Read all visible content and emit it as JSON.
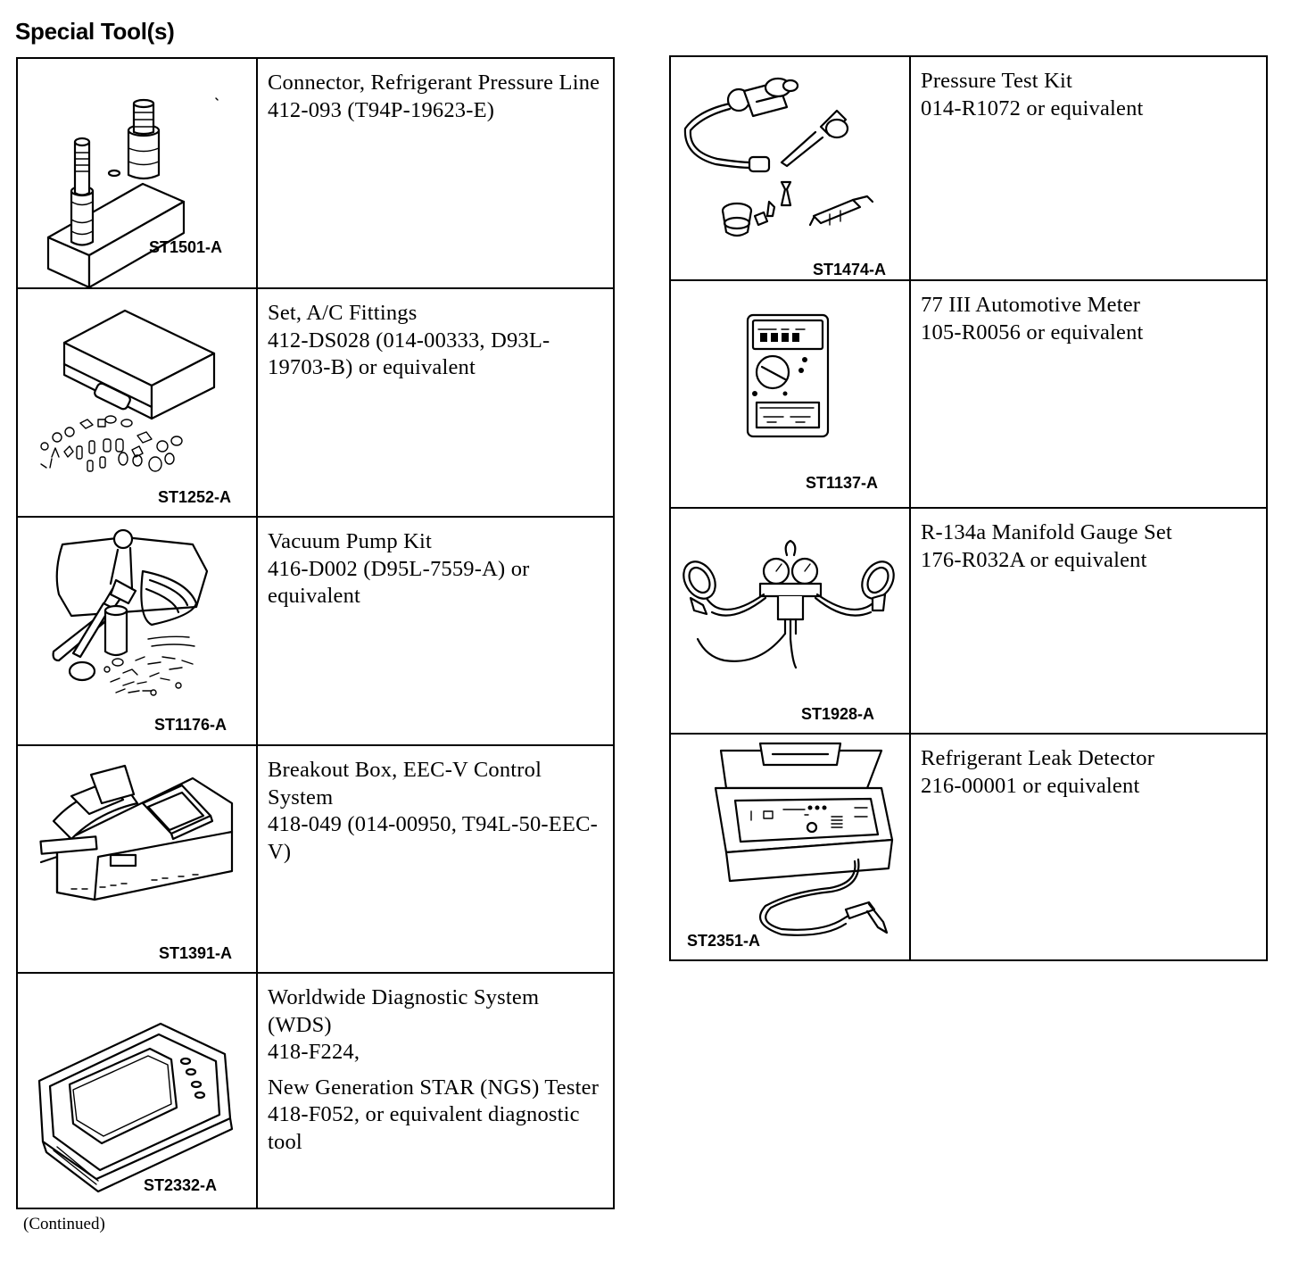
{
  "heading": "Special Tool(s)",
  "footer": "(Continued)",
  "left_tools": [
    {
      "code": "ST1501-A",
      "icon": "pressure-line-connector-icon",
      "lines": [
        "Connector, Refrigerant Pressure Line",
        "412-093 (T94P-19623-E)"
      ]
    },
    {
      "code": "ST1252-A",
      "icon": "ac-fittings-set-icon",
      "lines": [
        "Set, A/C Fittings",
        "412-DS028 (014-00333, D93L-19703-B) or equivalent"
      ]
    },
    {
      "code": "ST1176-A",
      "icon": "vacuum-pump-kit-icon",
      "lines": [
        "Vacuum Pump Kit",
        "416-D002 (D95L-7559-A) or equivalent"
      ]
    },
    {
      "code": "ST1391-A",
      "icon": "breakout-box-icon",
      "lines": [
        "Breakout Box, EEC-V Control System",
        "418-049 (014-00950, T94L-50-EEC-V)"
      ]
    },
    {
      "code": "ST2332-A",
      "icon": "diagnostic-tablet-icon",
      "lines": [
        "Worldwide Diagnostic System (WDS)",
        "418-F224,"
      ],
      "lines2": [
        "New Generation STAR (NGS) Tester",
        "418-F052, or equivalent diagnostic tool"
      ]
    }
  ],
  "right_tools": [
    {
      "code": "ST1474-A",
      "icon": "pressure-test-kit-icon",
      "lines": [
        "Pressure Test Kit",
        "014-R1072 or equivalent"
      ]
    },
    {
      "code": "ST1137-A",
      "icon": "automotive-meter-icon",
      "lines": [
        "77 III Automotive Meter",
        "105-R0056 or equivalent"
      ]
    },
    {
      "code": "ST1928-A",
      "icon": "manifold-gauge-set-icon",
      "lines": [
        "R-134a Manifold Gauge Set",
        "176-R032A or equivalent"
      ]
    },
    {
      "code": "ST2351-A",
      "icon": "leak-detector-icon",
      "lines": [
        "Refrigerant Leak Detector",
        "216-00001 or equivalent"
      ]
    }
  ]
}
